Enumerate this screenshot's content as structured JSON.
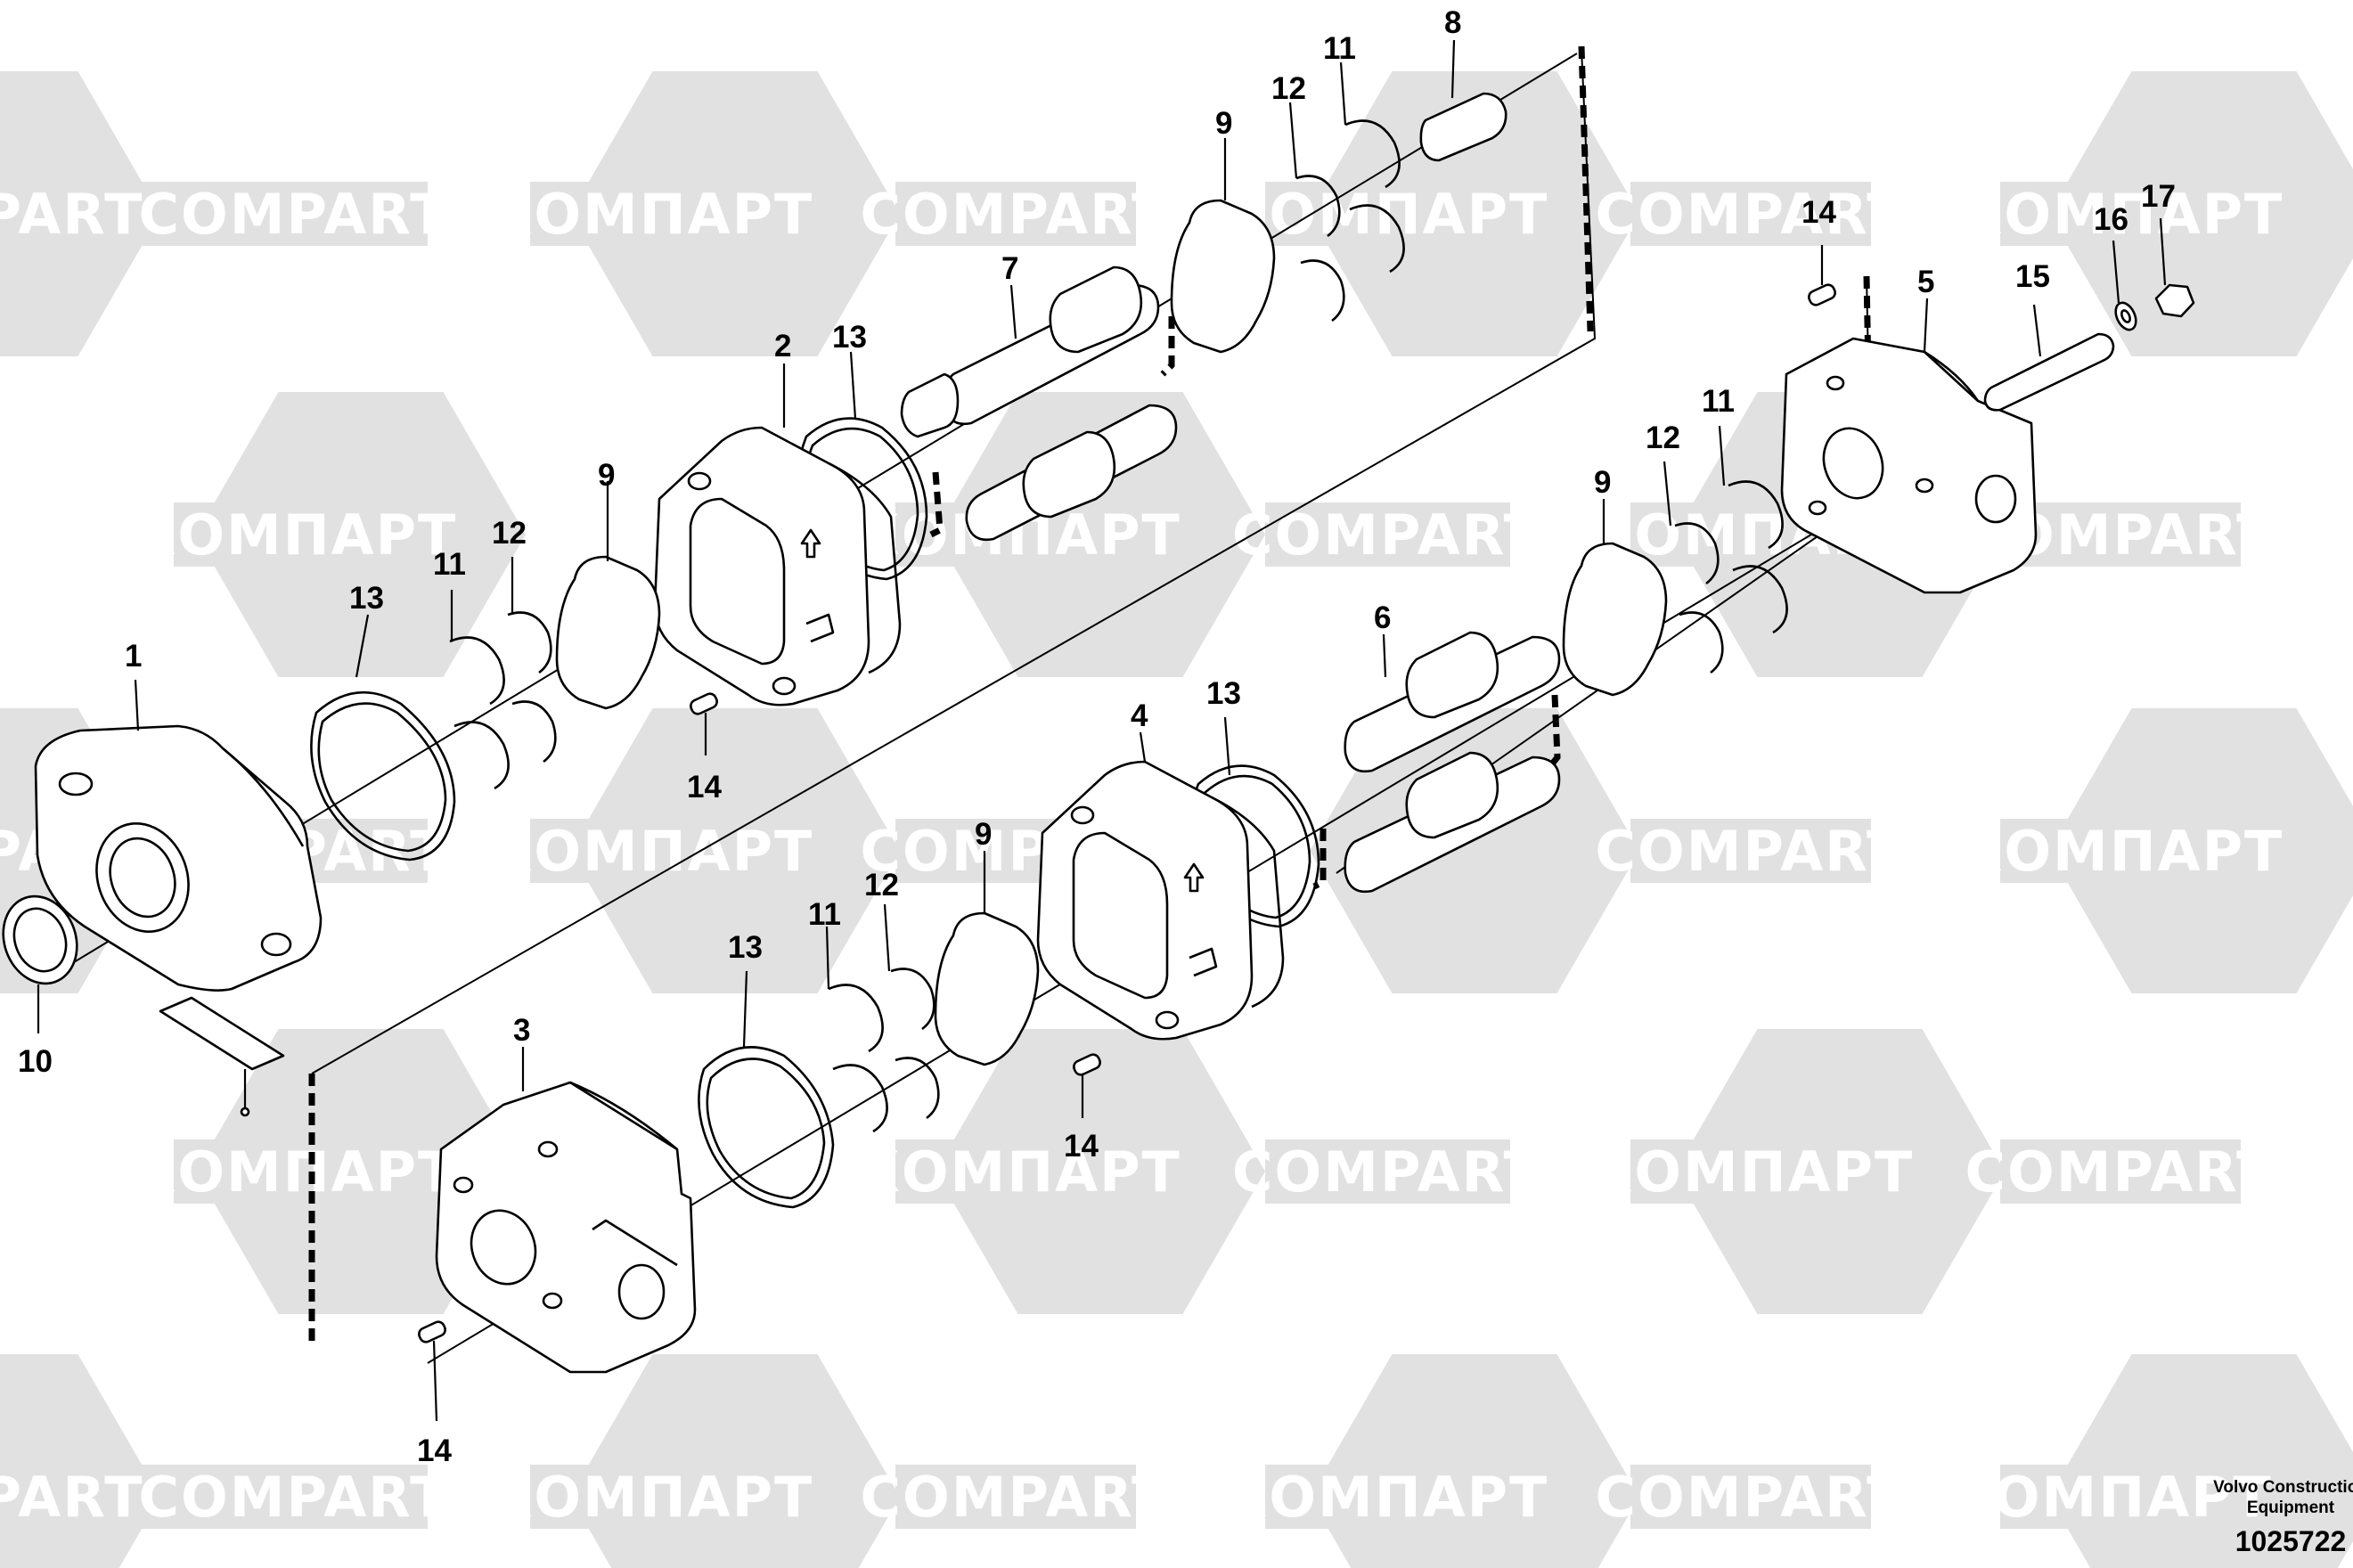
{
  "watermarks": {
    "brand_latin": "COMPART",
    "brand_cyrillic": "КОМПАРТ",
    "brand_cut_left": "PART",
    "brand_cut_right": "КОМПАРТ",
    "color": "#e1e1e1"
  },
  "callouts": [
    "1",
    "2",
    "3",
    "4",
    "5",
    "6",
    "7",
    "8",
    "9",
    "10",
    "11",
    "12",
    "13",
    "14",
    "15",
    "16",
    "17"
  ],
  "credit": {
    "line1": "Volvo Construction",
    "line2": "Equipment",
    "figure_number": "1025722"
  }
}
